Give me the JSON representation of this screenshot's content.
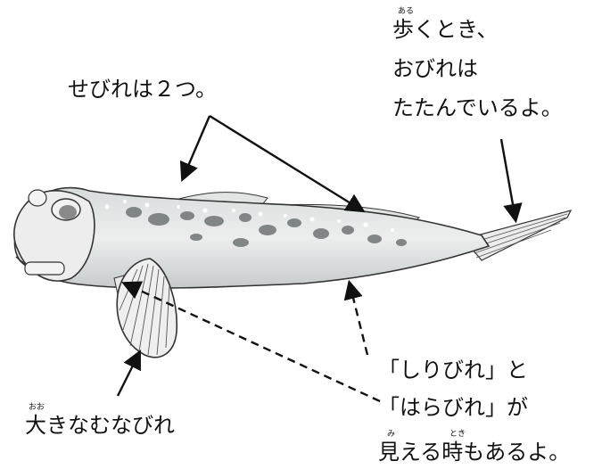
{
  "labels": {
    "dorsal_fins": "せびれは２つ。",
    "walking_tail": {
      "line1": "歩くとき、",
      "line2": "おびれは",
      "line3": "たたんでいるよ。",
      "ruby_aru": "ある"
    },
    "pectoral": {
      "text": "大きなむなびれ",
      "ruby_oo": "おお"
    },
    "hidden_fins": {
      "line1": "「しりびれ」と",
      "line2": "「はらびれ」が",
      "line3": "見える時もあるよ。",
      "ruby_mi": "み",
      "ruby_toki": "とき"
    }
  },
  "colors": {
    "ink": "#111111",
    "fish_body": "#e6e8e8",
    "fish_shade": "#b9bdbd",
    "spot_dark": "#6f7474",
    "spot_light": "#ffffff"
  }
}
